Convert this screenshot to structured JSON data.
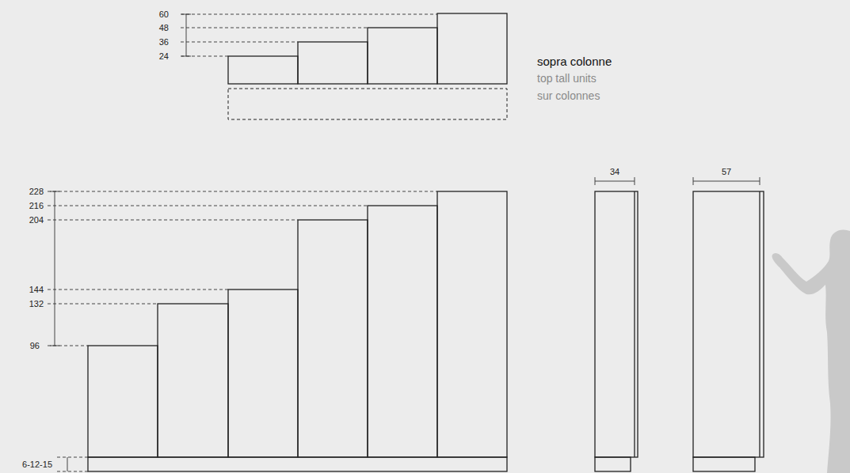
{
  "diagram": {
    "title": "sopra colonne",
    "labels": [
      "top tall units",
      "sur colonnes",
      "60",
      "48",
      "36",
      "24",
      "228",
      "216",
      "204",
      "144",
      "132",
      "96",
      "6-12-15",
      "34",
      "57"
    ]
  }
}
